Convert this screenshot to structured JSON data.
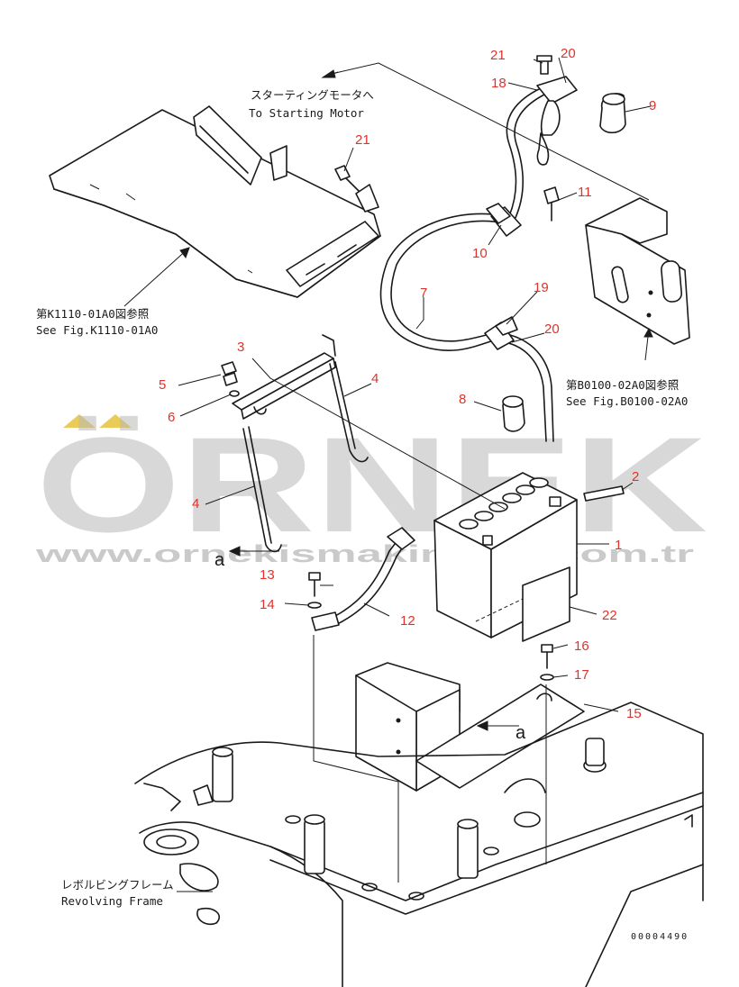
{
  "callouts": {
    "c1": "1",
    "c2": "2",
    "c3": "3",
    "c4a": "4",
    "c4b": "4",
    "c5": "5",
    "c6": "6",
    "c7": "7",
    "c8": "8",
    "c9": "9",
    "c10": "10",
    "c11": "11",
    "c12": "12",
    "c13": "13",
    "c14": "14",
    "c15": "15",
    "c16": "16",
    "c17": "17",
    "c18": "18",
    "c19": "19",
    "c20a": "20",
    "c20b": "20",
    "c21a": "21",
    "c21b": "21",
    "c22": "22"
  },
  "annotations": {
    "starter_jp": "スターティングモータへ",
    "starter_en": "To Starting Motor",
    "ref_k_jp": "第K1110-01A0図参照",
    "ref_k_en": "See Fig.K1110-01A0",
    "ref_b_jp": "第B0100-02A0図参照",
    "ref_b_en": "See Fig.B0100-02A0",
    "frame_jp": "レボルビングフレーム",
    "frame_en": "Revolving Frame",
    "mark_a1": "a",
    "mark_a2": "a",
    "drawing_code": "00004490"
  },
  "watermark": {
    "brand": "ÖRNEK",
    "url": "www.ornekismakinalari.com.tr"
  },
  "colors": {
    "callout": "#e0322b",
    "line": "#1a1a1a",
    "watermark": "#b9b9b9",
    "watermark_accent": "#e6c23a"
  }
}
